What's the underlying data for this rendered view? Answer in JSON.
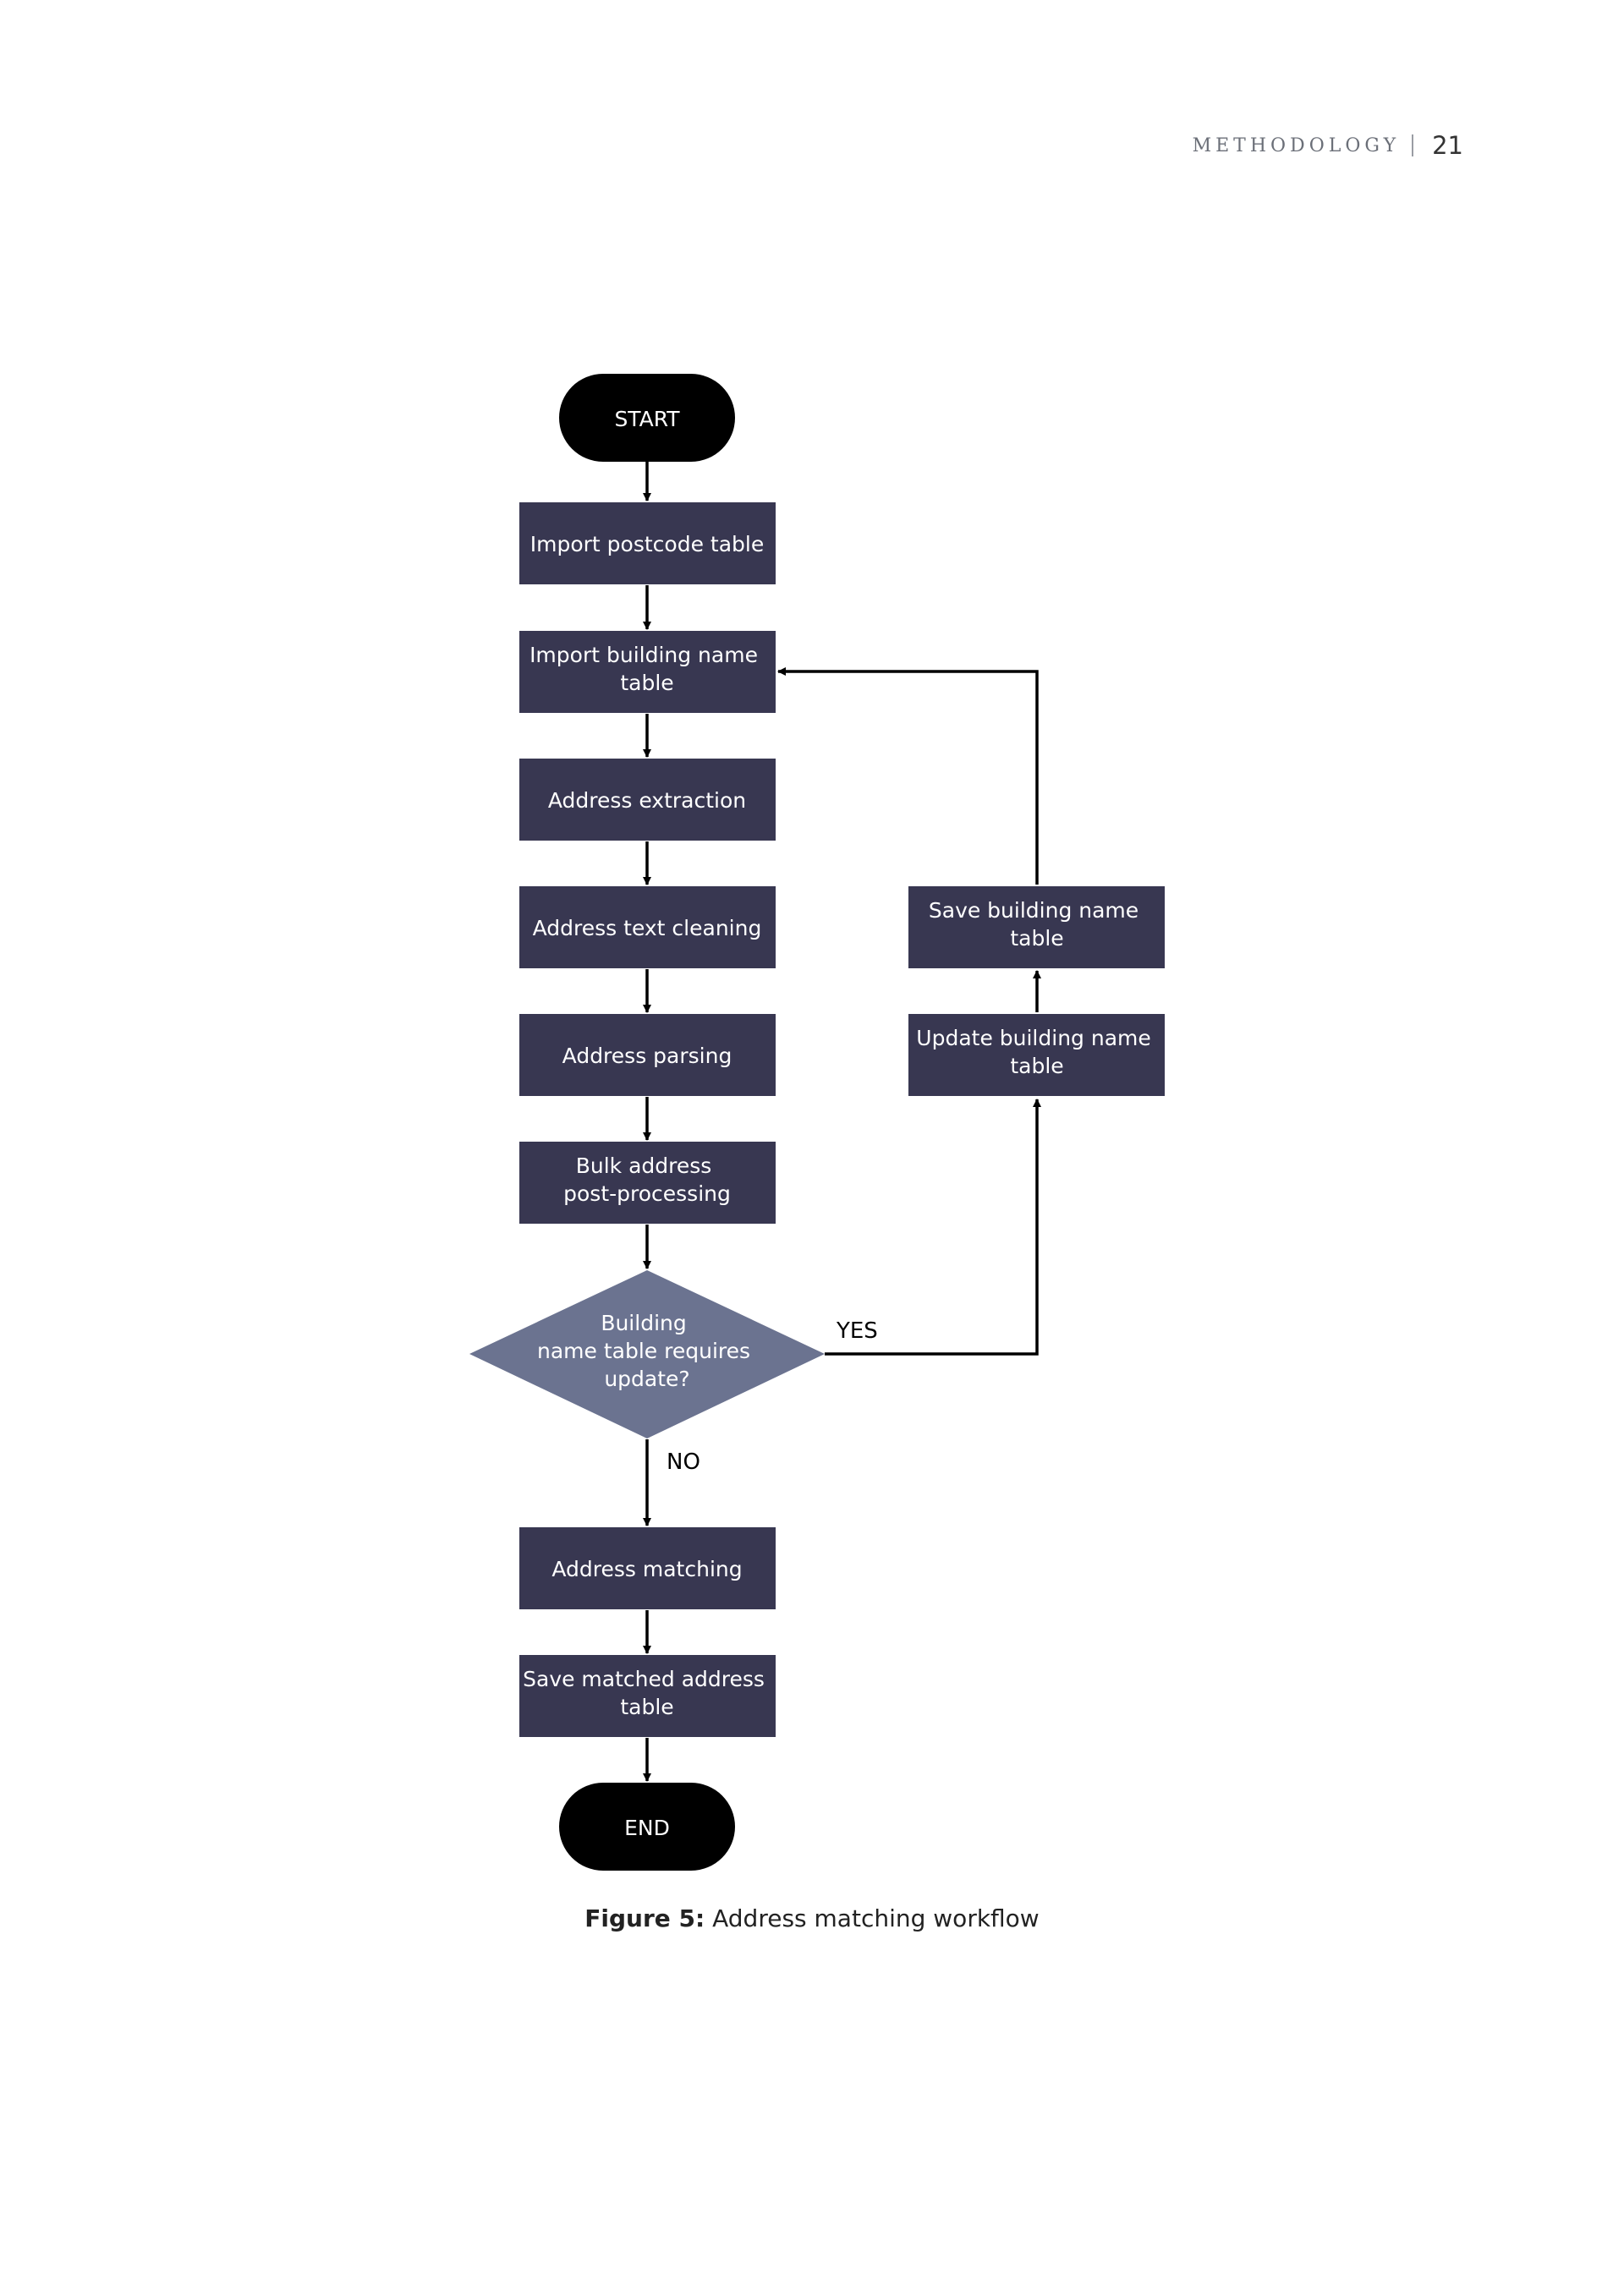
{
  "running_head": {
    "section": "METHODOLOGY",
    "page_number": "21"
  },
  "colors": {
    "terminal": "#000000",
    "process": "#383751",
    "decision": "#6b7390",
    "arrow": "#000000"
  },
  "diagram": {
    "nodes": {
      "start": {
        "label": "START"
      },
      "import_postcode": {
        "lines": [
          "Import postcode table"
        ]
      },
      "import_building": {
        "lines": [
          "Import building name",
          "table"
        ]
      },
      "address_extraction": {
        "lines": [
          "Address extraction"
        ]
      },
      "address_cleaning": {
        "lines": [
          "Address text cleaning"
        ]
      },
      "address_parsing": {
        "lines": [
          "Address parsing"
        ]
      },
      "bulk_post": {
        "lines": [
          "Bulk address",
          "post-processing"
        ]
      },
      "decision": {
        "lines": [
          "Building",
          "name table requires",
          "update?"
        ]
      },
      "address_matching": {
        "lines": [
          "Address matching"
        ]
      },
      "save_matched": {
        "lines": [
          "Save matched address",
          "table"
        ]
      },
      "end": {
        "label": "END"
      },
      "update_building": {
        "lines": [
          "Update building name",
          "table"
        ]
      },
      "save_building": {
        "lines": [
          "Save building name",
          "table"
        ]
      }
    },
    "edge_labels": {
      "yes": "YES",
      "no": "NO"
    }
  },
  "caption": {
    "label": "Figure 5:",
    "text": "Address matching workflow"
  }
}
